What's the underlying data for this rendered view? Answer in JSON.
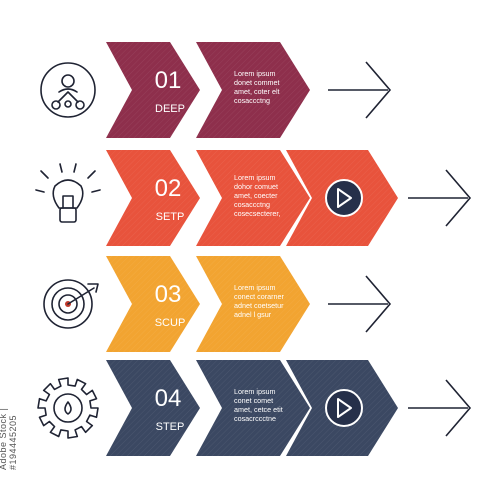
{
  "steps": [
    {
      "number": "01",
      "label": "DEEP",
      "color": "#8e2f4c",
      "icon": "user-network-icon",
      "lines": [
        "Lorem ipsum",
        "donet commet",
        "amet, coter elt",
        "cosaccctng"
      ],
      "has_play": false
    },
    {
      "number": "02",
      "label": "SETP",
      "color": "#e8533c",
      "icon": "lightbulb-icon",
      "lines": [
        "Lorem ipsum",
        "dohor comuet",
        "amet, coecter",
        "cosaccctng",
        "cosecsecterer,"
      ],
      "has_play": true
    },
    {
      "number": "03",
      "label": "SCUP",
      "color": "#f2a431",
      "icon": "target-icon",
      "lines": [
        "Lorem ipsum",
        "conect corarner",
        "adnet coetsetur",
        "adnel l gsur"
      ],
      "has_play": false
    },
    {
      "number": "04",
      "label": "STEP",
      "color": "#3b4862",
      "icon": "gear-icon",
      "lines": [
        "Lorem ipsum",
        "conet comet",
        "amet, cetce etit",
        "cosacrccctne"
      ],
      "has_play": true
    }
  ],
  "side_caption": "Adobe Stock | #194445205",
  "colors": {
    "outline": "#1f2333",
    "play_bg": "#26304a"
  }
}
